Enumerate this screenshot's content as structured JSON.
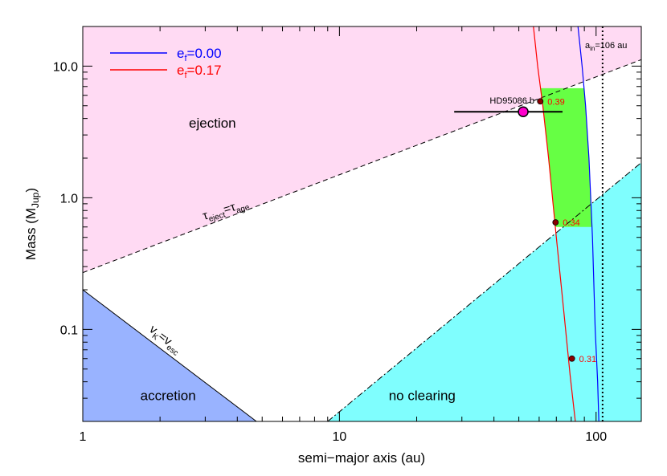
{
  "chart_data": {
    "type": "line",
    "x_scale": "log",
    "y_scale": "log",
    "xlim": [
      1,
      150
    ],
    "ylim": [
      0.02,
      20
    ],
    "xlabel": "semi−major axis (au)",
    "ylabel_main": "Mass (M",
    "ylabel_sub": "Jup",
    "ylabel_close": ")",
    "x_ticks": [
      {
        "value": 1,
        "label": "1"
      },
      {
        "value": 10,
        "label": "10"
      },
      {
        "value": 100,
        "label": "100"
      }
    ],
    "y_ticks": [
      {
        "value": 0.1,
        "label": "0.1"
      },
      {
        "value": 1,
        "label": "1.0"
      },
      {
        "value": 10,
        "label": "10.0"
      }
    ],
    "colors": {
      "ejection": "#ffdaf3",
      "no_clearing": "#7ffefe",
      "accretion": "#99b3ff",
      "green_zone": "#66ff44",
      "series_e000": "#0000ff",
      "series_e017": "#ff0000",
      "planet": "#ff00cc",
      "mass_point": "#8b0000"
    },
    "regions": [
      {
        "key": "ejection",
        "label": "ejection",
        "label_x": 3.2,
        "label_y": 3.4
      },
      {
        "key": "no_clearing",
        "label": "no clearing",
        "label_x": 21,
        "label_y": 0.029
      },
      {
        "key": "accretion",
        "label": "accretion",
        "label_x": 2.15,
        "label_y": 0.029
      }
    ],
    "boundaries": {
      "ejection_line": {
        "label_main": "τ",
        "label_sub1": "eject",
        "label_mid": "=τ",
        "label_sub2": "age",
        "points": [
          [
            1,
            0.27
          ],
          [
            150,
            11.2
          ]
        ]
      },
      "no_clearing_line": {
        "points": [
          [
            9.0,
            0.02
          ],
          [
            150,
            1.85
          ]
        ]
      },
      "accretion_line": {
        "label_main": "v",
        "label_sub1": "K",
        "label_mid": "=v",
        "label_sub2": "esc",
        "points": [
          [
            1,
            0.2
          ],
          [
            4.75,
            0.02
          ]
        ]
      }
    },
    "series": [
      {
        "name": "e",
        "name_sub": "f",
        "name_value": "=0.00",
        "color": "#0000ff",
        "x": [
          85.0,
          88.2,
          91.0,
          93.8,
          96.8,
          99.2,
          101.4,
          102.5
        ],
        "y": [
          20,
          10,
          5,
          2,
          0.5,
          0.1,
          0.04,
          0.02
        ]
      },
      {
        "name": "e",
        "name_sub": "f",
        "name_value": "=0.17",
        "color": "#ff0000",
        "x": [
          57.0,
          59.2,
          62.0,
          65.3,
          70.0,
          74.5,
          79.2,
          83.0
        ],
        "y": [
          20,
          10,
          5,
          2,
          0.5,
          0.15,
          0.045,
          0.02
        ]
      }
    ],
    "green_zone": {
      "upper_mass": [
        6.8
      ],
      "lower_mass": [
        0.6
      ]
    },
    "inner_edge": {
      "x": 106,
      "label_main": "a",
      "label_sub": "in",
      "label_value": "=106 au"
    },
    "planet": {
      "name": "HD95086 b",
      "x": 52,
      "y": 4.5,
      "x_err": [
        28,
        74
      ]
    },
    "mass_points": [
      {
        "x": 60.6,
        "y": 5.4,
        "label": "0.39"
      },
      {
        "x": 69.5,
        "y": 0.65,
        "label": "0.34"
      },
      {
        "x": 80.5,
        "y": 0.06,
        "label": "0.31"
      }
    ]
  }
}
